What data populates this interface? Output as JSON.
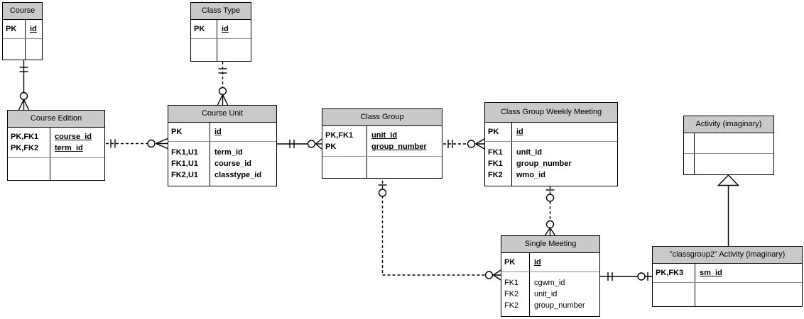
{
  "colors": {
    "header_fill": "#c9c9c9",
    "table_border": "#000000",
    "section_divider": "#8c8c8c",
    "background": "#ffffff"
  },
  "tables": {
    "course": {
      "title": "Course",
      "rows": [
        {
          "key": "PK",
          "field": "id"
        }
      ]
    },
    "class_type": {
      "title": "Class Type",
      "rows": [
        {
          "key": "PK",
          "field": "id"
        }
      ]
    },
    "course_edition": {
      "title": "Course Edition",
      "rows": [
        {
          "key": "PK,FK1",
          "field": "course_id"
        },
        {
          "key": "PK,FK2",
          "field": "term_id"
        }
      ]
    },
    "course_unit": {
      "title": "Course Unit",
      "rows": [
        {
          "key": "PK",
          "field": "id"
        }
      ],
      "fk_rows": [
        {
          "key": "FK1,U1",
          "field": "term_id"
        },
        {
          "key": "FK1,U1",
          "field": "course_id"
        },
        {
          "key": "FK2,U1",
          "field": "classtype_id"
        }
      ]
    },
    "class_group": {
      "title": "Class Group",
      "rows": [
        {
          "key": "PK,FK1",
          "field": "unit_id"
        },
        {
          "key": "PK",
          "field": "group_number"
        }
      ]
    },
    "class_group_weekly_meeting": {
      "title": "Class Group Weekly Meeting",
      "rows": [
        {
          "key": "PK",
          "field": "id"
        }
      ],
      "fk_rows": [
        {
          "key": "FK1",
          "field": "unit_id"
        },
        {
          "key": "FK1",
          "field": "group_number"
        },
        {
          "key": "FK2",
          "field": "wmo_id"
        }
      ]
    },
    "activity": {
      "title": "Activity (imaginary)",
      "rows": []
    },
    "single_meeting": {
      "title": "Single Meeting",
      "rows": [
        {
          "key": "PK",
          "field": "id"
        }
      ],
      "fk_rows": [
        {
          "key": "FK1",
          "field": "cgwm_id"
        },
        {
          "key": "FK2",
          "field": "unit_id"
        },
        {
          "key": "FK2",
          "field": "group_number"
        }
      ]
    },
    "classgroup2_activity": {
      "title": "\"classgroup2\" Activity (imaginary)",
      "rows": [
        {
          "key": "PK,FK3",
          "field": "sm_id"
        }
      ]
    }
  },
  "relationships": [
    {
      "from": "Course",
      "to": "Course Edition",
      "line": "solid",
      "from_symbol": "one-and-only-one",
      "to_symbol": "zero-or-many"
    },
    {
      "from": "Class Type",
      "to": "Course Unit",
      "line": "dashed",
      "from_symbol": "one-and-only-one",
      "to_symbol": "zero-or-many"
    },
    {
      "from": "Course Edition",
      "to": "Course Unit",
      "line": "dashed",
      "from_symbol": "one-and-only-one",
      "to_symbol": "zero-or-many"
    },
    {
      "from": "Course Unit",
      "to": "Class Group",
      "line": "solid",
      "from_symbol": "one-and-only-one",
      "to_symbol": "zero-or-many"
    },
    {
      "from": "Class Group",
      "to": "Class Group Weekly Meeting",
      "line": "dashed",
      "from_symbol": "one-and-only-one",
      "to_symbol": "zero-or-many"
    },
    {
      "from": "Class Group Weekly Meeting",
      "to": "Single Meeting",
      "line": "dashed",
      "from_symbol": "zero-or-one",
      "to_symbol": "zero-or-many"
    },
    {
      "from": "Class Group",
      "to": "Single Meeting",
      "line": "dashed",
      "from_symbol": "zero-or-one",
      "to_symbol": "zero-or-many"
    },
    {
      "from": "Single Meeting",
      "to": "\"classgroup2\" Activity (imaginary)",
      "line": "solid",
      "from_symbol": "one-and-only-one",
      "to_symbol": "zero-or-one"
    },
    {
      "from": "\"classgroup2\" Activity (imaginary)",
      "to": "Activity (imaginary)",
      "line": "solid",
      "from_symbol": "none",
      "to_symbol": "inheritance-triangle"
    }
  ]
}
